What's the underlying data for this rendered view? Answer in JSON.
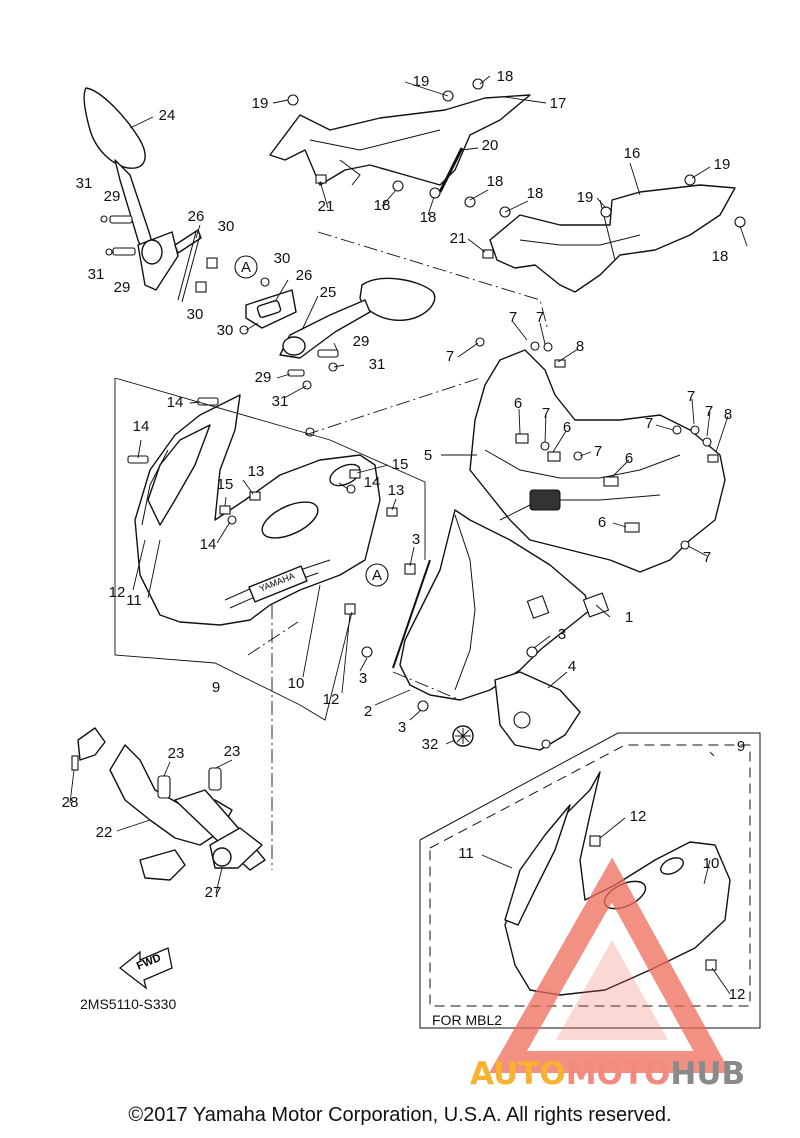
{
  "diagram": {
    "drawing_code": "2MS5110-S330",
    "variant_label": "FOR MBL2",
    "copyright": "©2017 Yamaha Motor Corporation, U.S.A. All rights reserved.",
    "fwd_arrow_label": "FWD",
    "ref_marker": "A",
    "decal_text": "YAMAHA",
    "callouts": [
      "1",
      "2",
      "3",
      "3",
      "3",
      "3",
      "4",
      "5",
      "6",
      "6",
      "6",
      "6",
      "7",
      "7",
      "7",
      "7",
      "7",
      "7",
      "7",
      "7",
      "8",
      "8",
      "9",
      "9",
      "10",
      "10",
      "11",
      "11",
      "12",
      "12",
      "12",
      "12",
      "13",
      "13",
      "14",
      "14",
      "14",
      "14",
      "15",
      "15",
      "16",
      "17",
      "18",
      "18",
      "18",
      "18",
      "18",
      "18",
      "19",
      "19",
      "19",
      "19",
      "20",
      "21",
      "21",
      "22",
      "23",
      "23",
      "24",
      "25",
      "26",
      "26",
      "27",
      "28",
      "29",
      "29",
      "29",
      "30",
      "30",
      "30",
      "30",
      "31",
      "31",
      "31",
      "32"
    ]
  },
  "watermark": {
    "part1": "AUTO",
    "part2": "MOTO",
    "part3": "HUB",
    "colors": {
      "part1": "#f7b22e",
      "part2": "#f3897f",
      "part3": "#8a8a8a",
      "triangle": "#ee6b5c"
    }
  }
}
